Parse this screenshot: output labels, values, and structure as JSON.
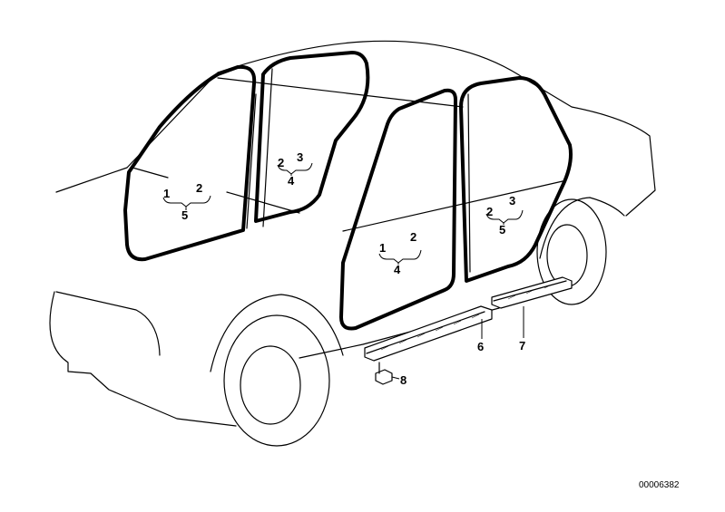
{
  "callouts": {
    "c1a": "1",
    "c2a": "2",
    "c5a": "5",
    "c2b": "2",
    "c3b": "3",
    "c4b": "4",
    "c1c": "1",
    "c2c": "2",
    "c4c": "4",
    "c2d": "2",
    "c3d": "3",
    "c5d": "5",
    "c6": "6",
    "c7": "7",
    "c8": "8"
  },
  "reference_number": "00006382"
}
